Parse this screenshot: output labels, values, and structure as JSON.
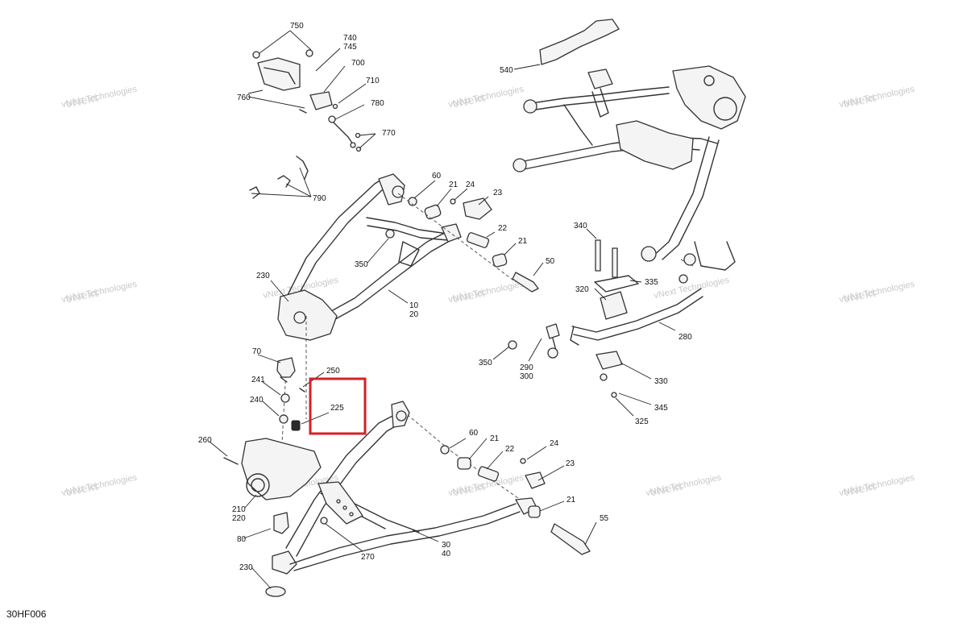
{
  "figure_code": "30HF006",
  "watermark_text": "vNext Technologies",
  "highlight_color": "#d62027",
  "highlighted_part": "225",
  "callouts": {
    "c750": "750",
    "c740": "740",
    "c745": "745",
    "c700": "700",
    "c710": "710",
    "c760": "760",
    "c780": "780",
    "c770": "770",
    "c790": "790",
    "c540": "540",
    "c60a": "60",
    "c21a": "21",
    "c24a": "24",
    "c23a": "23",
    "c22a": "22",
    "c21b": "21",
    "c50": "50",
    "c350a": "350",
    "c230a": "230",
    "c10": "10",
    "c20": "20",
    "c340": "340",
    "c320": "320",
    "c335": "335",
    "c280": "280",
    "c350b": "350",
    "c290": "290",
    "c300": "300",
    "c330": "330",
    "c345": "345",
    "c325": "325",
    "c70": "70",
    "c250": "250",
    "c241": "241",
    "c240": "240",
    "c225": "225",
    "c260": "260",
    "c210": "210",
    "c220": "220",
    "c80": "80",
    "c230b": "230",
    "c270": "270",
    "c60b": "60",
    "c21c": "21",
    "c22b": "22",
    "c24b": "24",
    "c23b": "23",
    "c21d": "21",
    "c55": "55",
    "c30": "30",
    "c40": "40"
  }
}
